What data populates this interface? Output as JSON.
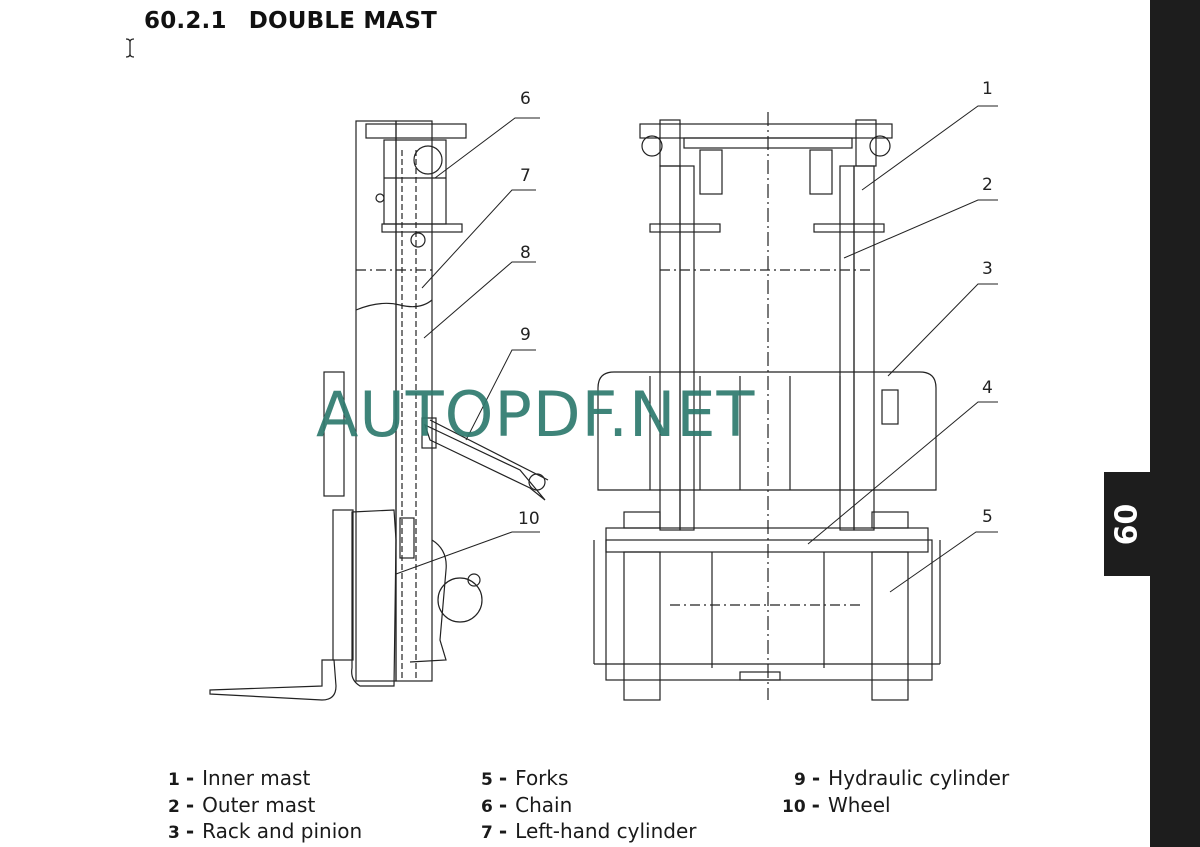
{
  "header": {
    "number": "60.2.1",
    "title": "DOUBLE MAST"
  },
  "chapter_tab": "60",
  "watermark": "AUTOPDF.NET",
  "callouts": [
    "1",
    "2",
    "3",
    "4",
    "5",
    "6",
    "7",
    "8",
    "9",
    "10"
  ],
  "legend": [
    {
      "n": "1",
      "label": "Inner mast"
    },
    {
      "n": "2",
      "label": "Outer mast"
    },
    {
      "n": "3",
      "label": "Rack and pinion"
    },
    {
      "n": "5",
      "label": "Forks"
    },
    {
      "n": "6",
      "label": "Chain"
    },
    {
      "n": "7",
      "label": "Left-hand cylinder"
    },
    {
      "n": "9",
      "label": "Hydraulic cylinder"
    },
    {
      "n": "10",
      "label": "Wheel"
    }
  ]
}
